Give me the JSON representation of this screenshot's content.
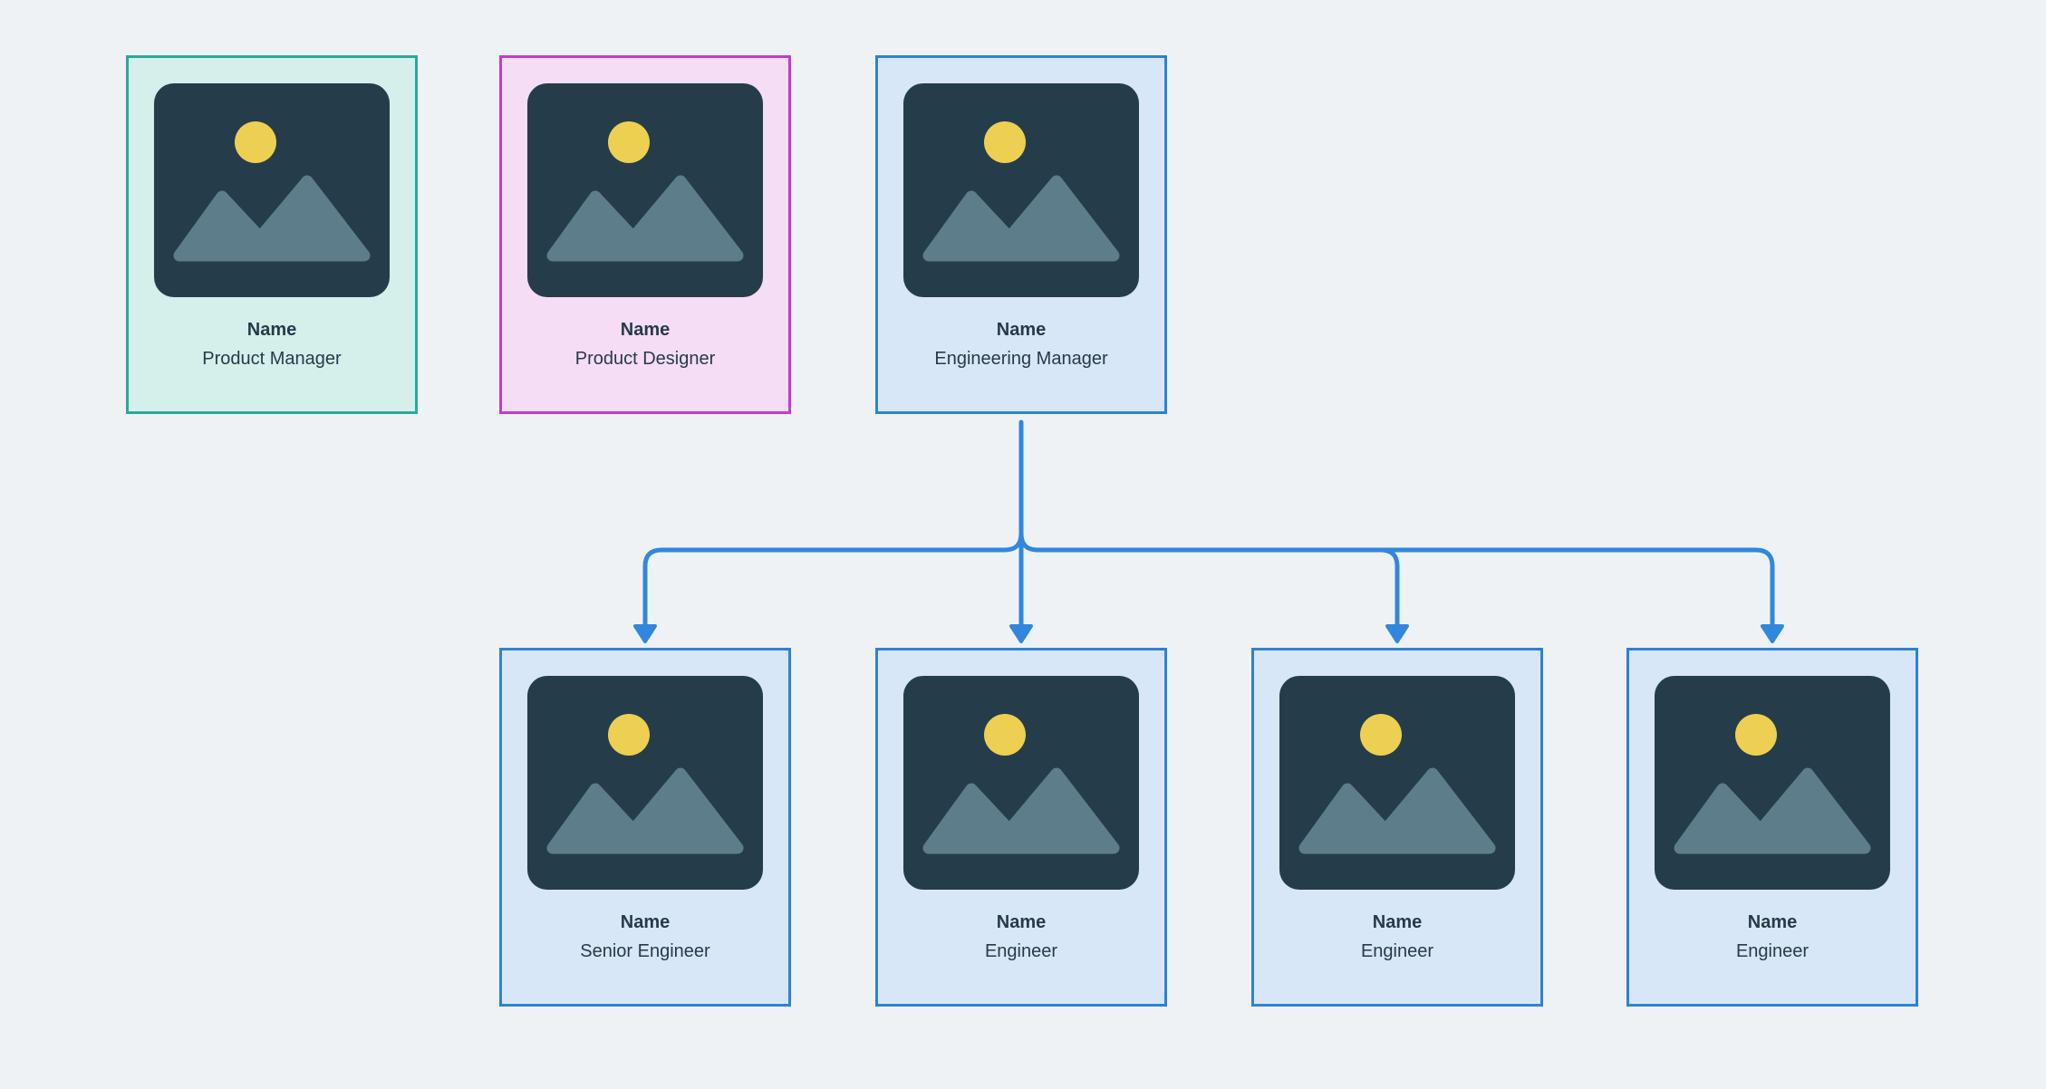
{
  "canvas": {
    "background": "#eef2f5"
  },
  "cards": [
    {
      "name": "Name",
      "role": "Product Manager",
      "theme": "teal"
    },
    {
      "name": "Name",
      "role": "Product Designer",
      "theme": "magenta"
    },
    {
      "name": "Name",
      "role": "Engineering Manager",
      "theme": "blue"
    },
    {
      "name": "Name",
      "role": "Senior Engineer",
      "theme": "blue"
    },
    {
      "name": "Name",
      "role": "Engineer",
      "theme": "blue"
    },
    {
      "name": "Name",
      "role": "Engineer",
      "theme": "blue"
    },
    {
      "name": "Name",
      "role": "Engineer",
      "theme": "blue"
    }
  ],
  "edges": [
    {
      "from": "Engineering Manager",
      "to": "Senior Engineer"
    },
    {
      "from": "Engineering Manager",
      "to": "Engineer"
    },
    {
      "from": "Engineering Manager",
      "to": "Engineer"
    },
    {
      "from": "Engineering Manager",
      "to": "Engineer"
    }
  ],
  "themes": {
    "teal": {
      "border": "#2aa99b",
      "background": "#d5efeb"
    },
    "magenta": {
      "border": "#c43ccf",
      "background": "#f4ddf5"
    },
    "blue": {
      "border": "#2e82d6",
      "background": "#d7e7f7"
    }
  },
  "connector": {
    "color": "#3187dc"
  },
  "photo_placeholder": {
    "icon": "image-placeholder-icon",
    "background": "#253d4b",
    "sun": "#edd052",
    "mountains": "#5d7d8a"
  }
}
